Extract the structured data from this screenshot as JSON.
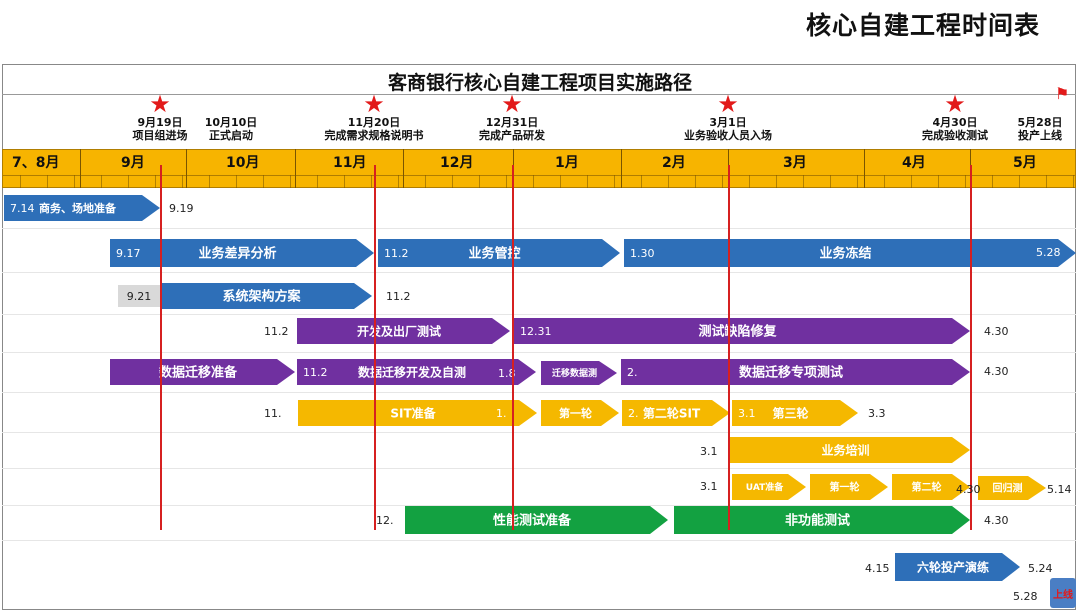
{
  "page_title": "核心自建工程时间表",
  "chart_title": "客商银行核心自建工程项目实施路径",
  "colors": {
    "blue": "#2e6fb8",
    "purple": "#7030a0",
    "yellow": "#f5b800",
    "green": "#13a141",
    "gray": "#d9d9d9",
    "red": "#e21a1a",
    "month_bar": "#f7b400"
  },
  "milestones": [
    {
      "date": "9月19日",
      "desc": "项目组进场",
      "star": true
    },
    {
      "date": "10月10日",
      "desc": "正式启动",
      "star": false
    },
    {
      "date": "11月20日",
      "desc": "完成需求规格说明书",
      "star": true
    },
    {
      "date": "12月31日",
      "desc": "完成产品研发",
      "star": true
    },
    {
      "date": "3月1日",
      "desc": "业务验收人员入场",
      "star": true
    },
    {
      "date": "4月30日",
      "desc": "完成验收测试",
      "star": true
    },
    {
      "date": "5月28日",
      "desc": "投产上线",
      "star": false
    }
  ],
  "months": [
    "7、8月",
    "9月",
    "10月",
    "11月",
    "12月",
    "1月",
    "2月",
    "3月",
    "4月",
    "5月"
  ],
  "tasks": [
    {
      "text": "商务、场地准备",
      "start_label": "7.14",
      "end_label": "9.19"
    },
    {
      "text": "业务差异分析",
      "start_label": "9.17"
    },
    {
      "text": "业务管控",
      "start_label": "11.2"
    },
    {
      "text": "业务冻结",
      "start_label": "1.30",
      "end_label": "5.28"
    },
    {
      "text": "系统架构方案",
      "start_label": "9.21",
      "end_label": "11.2"
    },
    {
      "text": "开发及出厂测试",
      "start_label": "11.2"
    },
    {
      "text": "测试缺陷修复",
      "start_label": "12.31",
      "end_label": "4.30"
    },
    {
      "text": "数据迁移准备"
    },
    {
      "text": "数据迁移开发及自测",
      "start_label": "11.2"
    },
    {
      "text": "迁移数据测",
      "start_label": "1.8"
    },
    {
      "text": "数据迁移专项测试",
      "start_label": "2.",
      "end_label": "4.30"
    },
    {
      "text": "SIT准备",
      "start_label": "11."
    },
    {
      "text": "第一轮",
      "start_label": "1."
    },
    {
      "text": "第二轮SIT",
      "start_label": "2."
    },
    {
      "text": "第三轮",
      "start_label": "3.1",
      "end_label": "3.3"
    },
    {
      "text": "业务培训",
      "start_label": "3.1"
    },
    {
      "text": "UAT准备",
      "start_label": "3.1"
    },
    {
      "text": "第一轮"
    },
    {
      "text": "第二轮",
      "end_label": "4.30"
    },
    {
      "text": "回归测",
      "end_label": "5.14"
    },
    {
      "text": "性能测试准备",
      "start_label": "12."
    },
    {
      "text": "非功能测试",
      "end_label": "4.30"
    },
    {
      "text": "六轮投产演练",
      "start_label": "4.15",
      "end_label": "5.24"
    },
    {
      "text": "上线",
      "start_label": "5.28"
    }
  ]
}
